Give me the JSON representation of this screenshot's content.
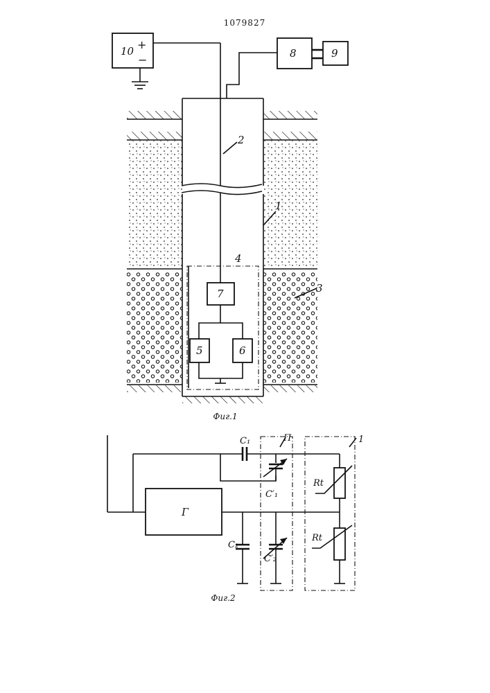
{
  "patent_number": "1079827",
  "fig1": {
    "caption": "Фиг.1",
    "labels": {
      "power_source": "10",
      "plus": "+",
      "minus": "−",
      "recorder": "8",
      "display": "9",
      "cable": "2",
      "casing": "1",
      "probe": "4",
      "formation": "3",
      "block7": "7",
      "block5": "5",
      "block6": "6"
    }
  },
  "fig2": {
    "caption": "Фиг.2",
    "labels": {
      "generator": "Г",
      "c1": "C₁",
      "c2": "C₂",
      "c1_prime": "C′₁",
      "c2_prime": "C′₂",
      "rt_top": "Rt",
      "rt_bottom": "Rt",
      "block_p": "П",
      "block_1": "1"
    }
  },
  "colors": {
    "ink": "#111111",
    "paper": "#ffffff"
  }
}
